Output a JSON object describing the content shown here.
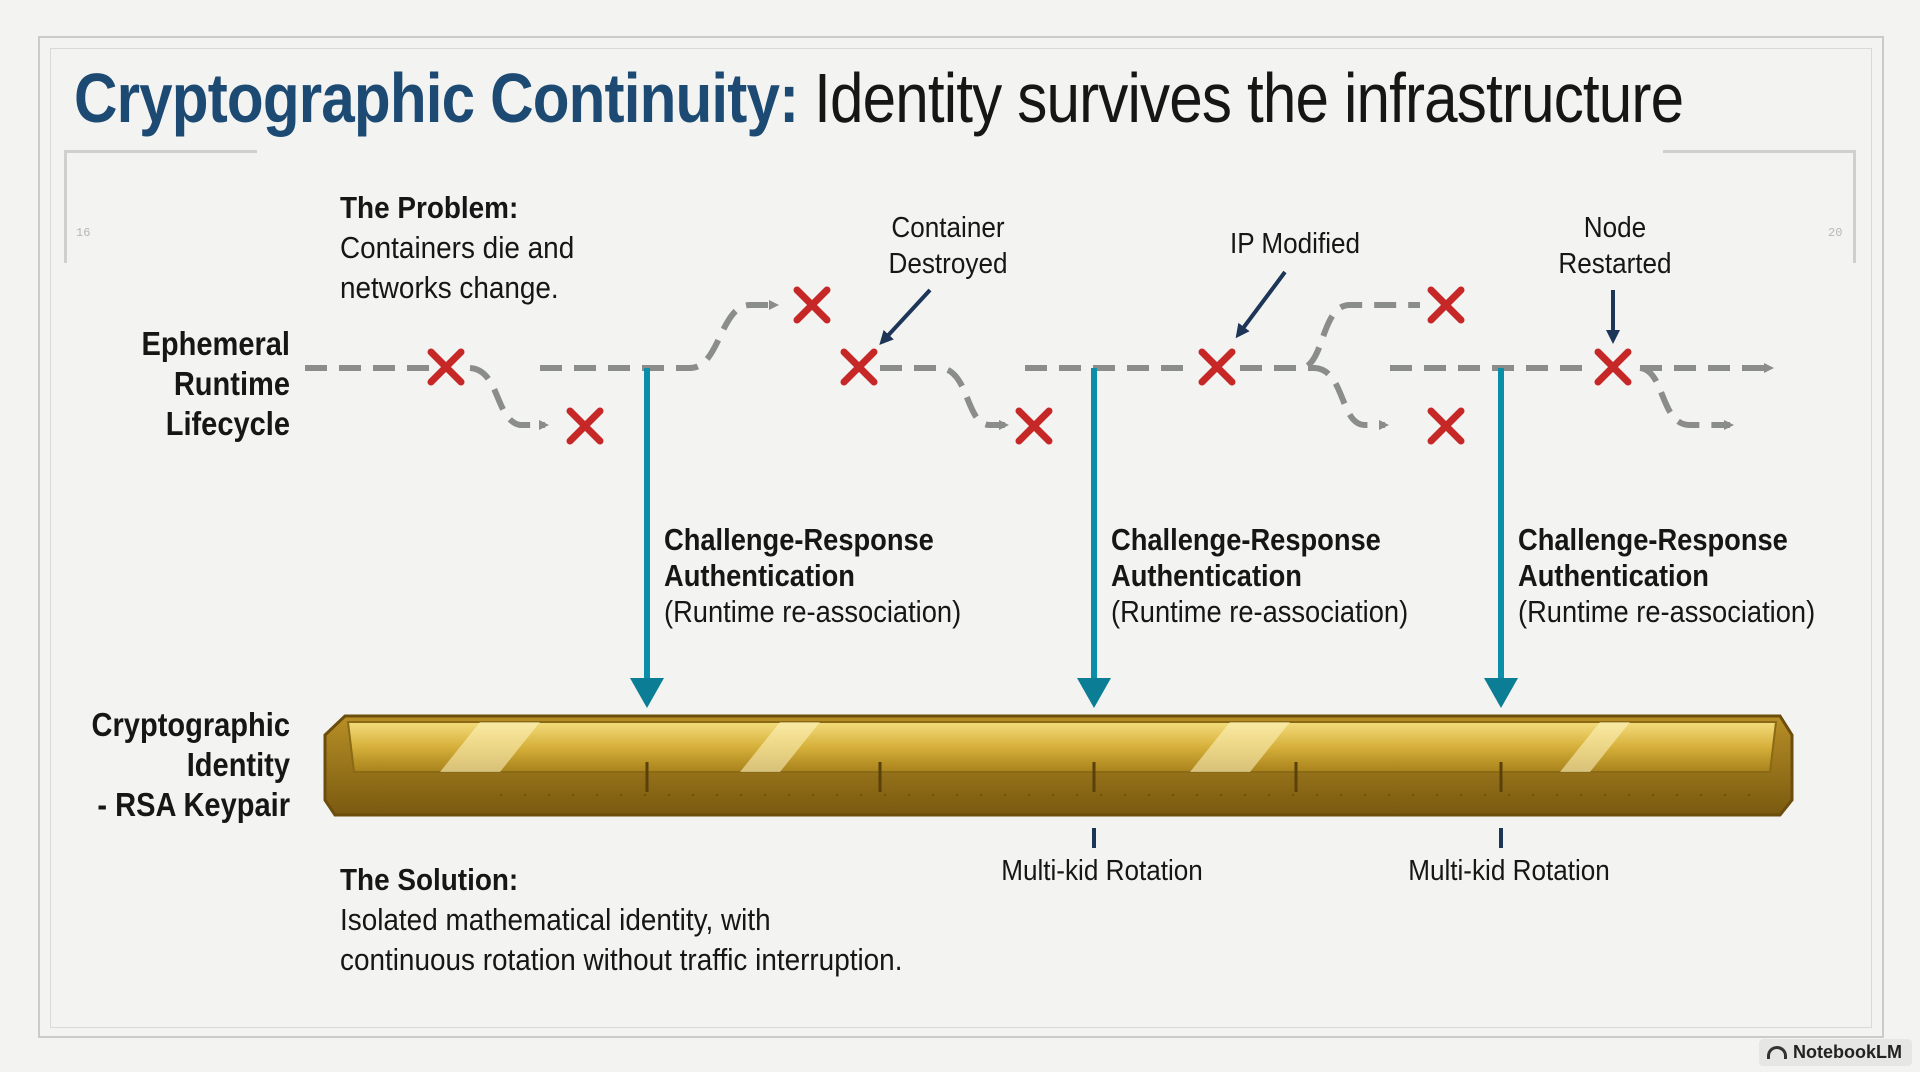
{
  "title": {
    "accent": "Cryptographic Continuity:",
    "rest": "Identity survives the infrastructure"
  },
  "problem": {
    "heading": "The Problem:",
    "line1": "Containers die and",
    "line2": "networks change."
  },
  "lanes": {
    "runtime": [
      "Ephemeral",
      "Runtime",
      "Lifecycle"
    ],
    "identity": [
      "Cryptographic",
      "Identity",
      "- RSA Keypair"
    ]
  },
  "events": [
    {
      "line1": "Container",
      "line2": "Destroyed"
    },
    {
      "line1": "IP Modified",
      "line2": ""
    },
    {
      "line1": "Node",
      "line2": "Restarted"
    }
  ],
  "auth_blocks": [
    {
      "title": "Challenge-Response Authentication",
      "subtitle": "(Runtime re-association)"
    },
    {
      "title": "Challenge-Response Authentication",
      "subtitle": "(Runtime re-association)"
    },
    {
      "title": "Challenge-Response Authentication",
      "subtitle": "(Runtime re-association)"
    }
  ],
  "rotations": [
    "Multi-kid Rotation",
    "Multi-kid Rotation"
  ],
  "solution": {
    "heading": "The Solution:",
    "line1": "Isolated mathematical identity, with",
    "line2": "continuous rotation without traffic interruption."
  },
  "ruler_numbers": [
    "16",
    "20"
  ],
  "badge": "NotebookLM",
  "colors": {
    "title_accent": "#1d4a73",
    "failure_x": "#c62828",
    "auth_arrow": "#0b8fa8",
    "gold_bar": "#d6b03a",
    "dashed_line": "#8a8d8a"
  }
}
